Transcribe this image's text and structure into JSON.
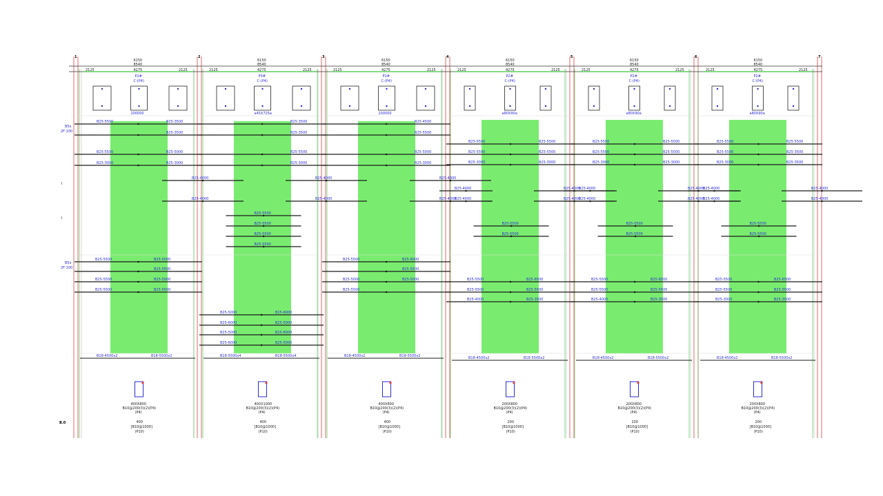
{
  "colors": {
    "band": "#79ec6f",
    "grid_red": "#e04040",
    "grid_green": "#3bc23b",
    "grid_gray": "#bdbdbd",
    "rebar": "#1a1a1a",
    "label": "#2a2ad8"
  },
  "axis_numbers": [
    "1",
    "2",
    "3",
    "4",
    "5",
    "6",
    "7"
  ],
  "bays": [
    {
      "dim_top": "6150",
      "dim_sub": "8540",
      "dim_parts": [
        "2125",
        "4275",
        "2125"
      ],
      "pier": "P2#",
      "pier_sub": "C-(P4)",
      "pier_value": "200000",
      "top_rebar": [
        {
          "l": "B25-5500",
          "r": "B25-3500"
        },
        {
          "l": "",
          "r": "B25-3500"
        },
        {
          "l": "B25-5500",
          "r": "B25-5000"
        },
        {
          "l": "B25-3000",
          "r": "B25-3000"
        }
      ],
      "mid_rebar": [
        {
          "l": "",
          "r": "B25-4000"
        },
        {
          "l": "",
          "r": "B25-4000"
        }
      ],
      "low_rebar": [
        {
          "l": "B25-5500",
          "r": "B25-5000"
        },
        {
          "l": "",
          "r": "B25-5500"
        },
        {
          "l": "B25-5500",
          "r": "B25-5000"
        },
        {
          "l": "B25-5500",
          "r": "B25-5500"
        }
      ],
      "stirrup": {
        "l": "B18-4500x2",
        "r": "B18-5500x2"
      },
      "section": {
        "size": "400X800",
        "spec": "B10@200(3)(2)(P4)",
        "tag": "(P4)",
        "value": "400",
        "rebar": "[B10@1000]",
        "code": "(P10)"
      }
    },
    {
      "dim_top": "6150",
      "dim_sub": "8540",
      "dim_parts": [
        "2125",
        "4275",
        "2125"
      ],
      "pier": "P3#",
      "pier_sub": "C-(P4)",
      "pier_value": "a45X725a",
      "top_rebar": [
        {
          "l": "",
          "r": "B25-3500"
        },
        {
          "l": "",
          "r": "B25-3500"
        },
        {
          "l": "",
          "r": "B25-5500"
        },
        {
          "l": "",
          "r": "B25-3000"
        }
      ],
      "mid_rebar": [
        {
          "l": "",
          "r": "B25-4000"
        },
        {
          "l": "",
          "r": "B25-4000"
        }
      ],
      "center_rebar": [
        "B25-5500",
        "B25-5500",
        "B25-5500",
        "B25-5500"
      ],
      "low_rebar": [
        {
          "l": "B25-5000",
          "r": "B25-6000"
        },
        {
          "l": "B25-6000",
          "r": "B25-5000"
        },
        {
          "l": "B25-5000",
          "r": "B25-6000"
        },
        {
          "l": "B25-6000",
          "r": "B25-5000"
        }
      ],
      "stirrup": {
        "l": "B18-5500x4",
        "r": "B18-5500x4"
      },
      "section": {
        "size": "400X1000",
        "spec": "B10@200(3)(2)(P4)",
        "tag": "(P4)",
        "value": "400",
        "rebar": "[B10@1000]",
        "code": "(P10)"
      }
    },
    {
      "dim_top": "6150",
      "dim_sub": "8540",
      "dim_parts": [
        "2125",
        "4275",
        "2125"
      ],
      "pier": "P2#",
      "pier_sub": "C-(P4)",
      "pier_value": "200000",
      "top_rebar": [
        {
          "l": "",
          "r": "B25-4500"
        },
        {
          "l": "",
          "r": "B25-5500"
        },
        {
          "l": "",
          "r": "B25-5000"
        },
        {
          "l": "",
          "r": "B25-3000"
        }
      ],
      "mid_rebar": [
        {
          "l": "",
          "r": "B25-4000"
        },
        {
          "l": "",
          "r": "B25-4000"
        }
      ],
      "low_rebar": [
        {
          "l": "B25-5500",
          "r": "B25-6000"
        },
        {
          "l": "",
          "r": "B25-5500"
        },
        {
          "l": "B25-5000",
          "r": "B25-5000"
        },
        {
          "l": "B25-5500",
          "r": ""
        }
      ],
      "stirrup": {
        "l": "B18-4500x2",
        "r": "B18-5500x2"
      },
      "section": {
        "size": "400X800",
        "spec": "B10@200(3)(2)(P4)",
        "tag": "(P4)",
        "value": "400",
        "rebar": "[B10@1000]",
        "code": "(P10)"
      }
    },
    {
      "dim_top": "6150",
      "dim_sub": "8540",
      "dim_parts": [
        "2125",
        "4275",
        "2125"
      ],
      "pier": "P2#",
      "pier_sub": "C-(P4)",
      "pier_value": "a80X90a",
      "top_rebar": [
        {
          "l": "B25-5500",
          "r": "B25-5500"
        },
        {
          "l": "B25-5500",
          "r": "B25-5500"
        },
        {
          "l": "B25-3000",
          "r": "B25-3000"
        }
      ],
      "mid_rebar": [
        {
          "l": "B25-4000",
          "r": "B25-4000"
        },
        {
          "l": "B25-4000",
          "r": "B25-4000"
        }
      ],
      "center_rebar": [
        "B25-5500",
        "B25-5500"
      ],
      "low_rebar": [
        {
          "l": "B25-5500",
          "r": "B25-6500"
        },
        {
          "l": "B25-5500",
          "r": "B25-5500"
        },
        {
          "l": "B25-4000",
          "r": "B25-3500"
        }
      ],
      "stirrup": {
        "l": "B18-4500x2",
        "r": "B18-5500x2"
      },
      "section": {
        "size": "200X800",
        "spec": "B10@200(3)(2)(P4)",
        "tag": "(P4)",
        "value": "200",
        "rebar": "[B10@1000]",
        "code": "(P10)"
      }
    },
    {
      "dim_top": "6150",
      "dim_sub": "8540",
      "dim_parts": [
        "2125",
        "4275",
        "2125"
      ],
      "pier": "P2#",
      "pier_sub": "C-(P4)",
      "pier_value": "a80X90a",
      "top_rebar": [
        {
          "l": "B25-5500",
          "r": "B25-5500"
        },
        {
          "l": "B25-5500",
          "r": "B25-5500"
        },
        {
          "l": "B25-3000",
          "r": "B25-3000"
        }
      ],
      "mid_rebar": [
        {
          "l": "B25-4000",
          "r": "B25-4000"
        },
        {
          "l": "B25-4000",
          "r": "B25-4000"
        }
      ],
      "center_rebar": [
        "B25-5500",
        "B25-5500"
      ],
      "low_rebar": [
        {
          "l": "B25-5500",
          "r": "B25-6500"
        },
        {
          "l": "B25-5500",
          "r": "B25-5500"
        },
        {
          "l": "B25-4000",
          "r": "B25-3500"
        }
      ],
      "stirrup": {
        "l": "B18-4500x2",
        "r": "B18-5500x2"
      },
      "section": {
        "size": "200X800",
        "spec": "B10@200(3)(2)(P4)",
        "tag": "(P4)",
        "value": "200",
        "rebar": "[B10@1000]",
        "code": "(P10)"
      }
    },
    {
      "dim_top": "6150",
      "dim_sub": "8540",
      "dim_parts": [
        "2125",
        "4275",
        "2125"
      ],
      "pier": "P2#",
      "pier_sub": "C-(P4)",
      "pier_value": "a80X90a",
      "top_rebar": [
        {
          "l": "B25-5500",
          "r": "B25-5500"
        },
        {
          "l": "B25-5500",
          "r": "B25-3500"
        },
        {
          "l": "B25-3000",
          "r": "B25-3500"
        }
      ],
      "mid_rebar": [
        {
          "l": "B25-4000",
          "r": "B25-4000"
        },
        {
          "l": "B25-4000",
          "r": "B25-4000"
        }
      ],
      "center_rebar": [
        "B25-5500",
        "B25-5500"
      ],
      "low_rebar": [
        {
          "l": "B25-5500",
          "r": "B25-6500"
        },
        {
          "l": "B25-5500",
          "r": "B25-5500"
        },
        {
          "l": "B25-3000",
          "r": "B25-3500"
        }
      ],
      "stirrup": {
        "l": "B18-4500x2",
        "r": "B18-5500x2"
      },
      "section": {
        "size": "200X800",
        "spec": "B10@200(3)(2)(P4)",
        "tag": "(P4)",
        "value": "200",
        "rebar": "[B10@1000]",
        "code": "(P10)"
      }
    }
  ],
  "side_marks": {
    "top_note": "B5x",
    "top_note2": "2F·100",
    "low_note": "B5x",
    "low_note2": "2F·100",
    "row_mark": "I",
    "bottom_mark": "B.0"
  }
}
